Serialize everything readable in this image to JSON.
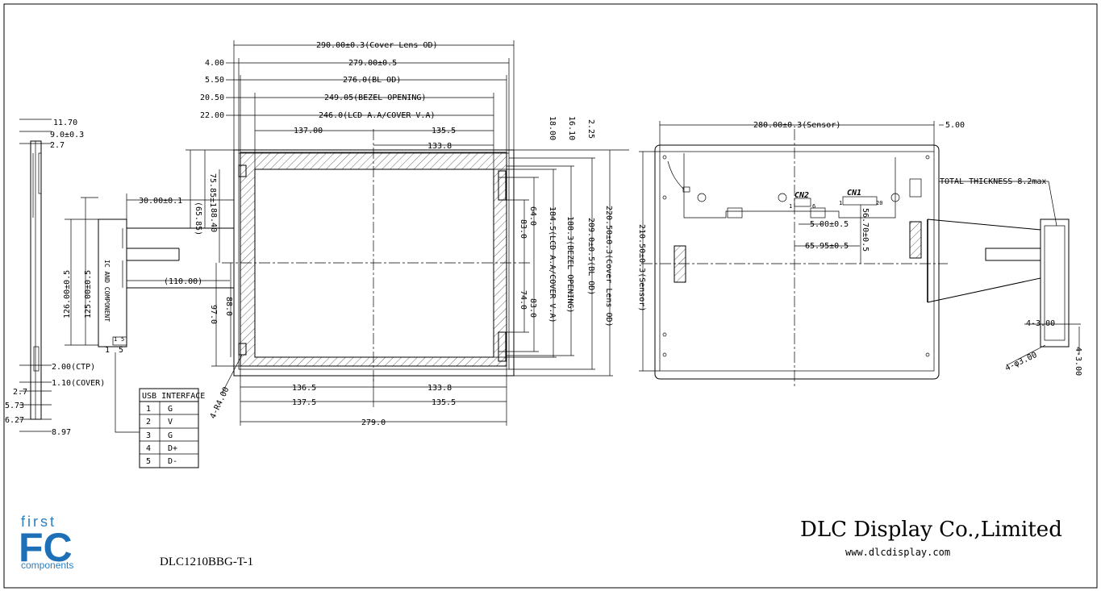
{
  "title_block": {
    "company": "DLC Display Co.,Limited",
    "website": "www.dlcdisplay.com",
    "model": "DLC1210BBG-T-1"
  },
  "logo": {
    "line1": "first",
    "line2": "FC",
    "line3": "components"
  },
  "colors": {
    "logo_blue": "#1d6fb8",
    "line": "#000000",
    "background": "#ffffff"
  },
  "side_view": {
    "dims": [
      "11.70",
      "9.0±0.3",
      "2.7",
      "2.00(CTP)",
      "1.10(COVER)",
      "2.7",
      "5.73",
      "6.27",
      "8.97"
    ]
  },
  "connector_view": {
    "dims": [
      "30.00±0.1",
      "126.00±0.5",
      "125.00±0.5",
      "(110.00)"
    ],
    "board_label": "IC AND COMPONENT",
    "pins": [
      "1",
      "5",
      "1",
      "5"
    ]
  },
  "usb_table": {
    "header": "USB INTERFACE",
    "rows": [
      [
        "1",
        "G"
      ],
      [
        "2",
        "V"
      ],
      [
        "3",
        "G"
      ],
      [
        "4",
        "D+"
      ],
      [
        "5",
        "D-"
      ]
    ]
  },
  "front_view": {
    "top_dims": [
      "290.00±0.3(Cover Lens OD)",
      "279.00±0.5",
      "276.0(BL OD)",
      "249.05(BEZEL OPENING)",
      "246.0(LCD A.A/COVER V.A)",
      "137.00",
      "135.5",
      "133.8"
    ],
    "left_offsets": [
      "4.00",
      "5.50",
      "20.50",
      "22.00"
    ],
    "left_dims": [
      "(65.85)",
      "75.85±1",
      "88.40",
      "88.0",
      "97.0"
    ],
    "right_offsets": [
      "18.00",
      "16.10",
      "2.25"
    ],
    "right_dims": [
      "83.0",
      "64.0",
      "74.0",
      "83.0",
      "184.5(LCD A.A/COVER V.A)",
      "188.3(BEZEL OPENING)",
      "209.0±0.5(BL OD)",
      "220.50±0.3(Cover Lens OD)"
    ],
    "bottom_dims": [
      "136.5",
      "133.8",
      "137.5",
      "135.5",
      "279.0"
    ],
    "hole_note": "4-R4.00"
  },
  "rear_view": {
    "dims": [
      "280.00±0.3(Sensor)",
      "5.00",
      "210.50±0.3(Sensor)",
      "5.00±0.5",
      "56.70±0.5",
      "65.95±0.5"
    ],
    "labels": [
      "CN2",
      "CN1"
    ],
    "pins": [
      "1",
      "6",
      "1",
      "20"
    ],
    "thickness_note": "TOTAL THICKNESS 8.2max",
    "tail_dims": [
      "4-3.00",
      "4-φ3.00",
      "4-3.00"
    ]
  }
}
